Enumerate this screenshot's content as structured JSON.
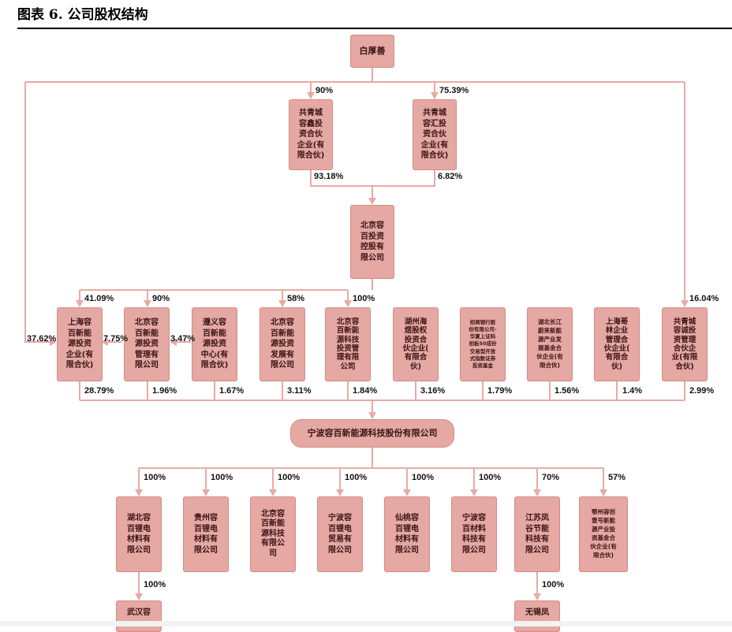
{
  "title": "图表 6. 公司股权结构",
  "nodes": {
    "bai_houshan": "白厚善",
    "gongqing_xin": "共青城\n容鑫投\n资合伙\n企业(有\n限合伙)",
    "gongqing_hui": "共青城\n容汇投\n资合伙\n企业(有\n限合伙)",
    "beijing_kongu": "北京容\n百投资\n控股有\n限公司",
    "shanghai_rongbai": "上海容\n百新能\n源投资\n企业(有\n限合伙)",
    "beijing_guanli": "北京容\n百新能\n源投资\n管理有\n限公司",
    "zunyi": "遵义容\n百新能\n源投资\n中心(有\n限合伙)",
    "beijing_fazhan": "北京容\n百新能\n源投资\n发展有\n限公司",
    "beijing_keji": "北京容\n百新能\n源科技\n投资管\n理有限\n公司",
    "huzhou": "湖州海\n煜股权\n投资合\n伙企业(\n有限合\n伙)",
    "zhaoshang": "招商银行股\n份有限公司-\n华夏上证科\n创板50成份\n交易型开放\n式指数证券\n投资基金",
    "hubei_changjiang": "湖北长江\n蔚来新能\n源产业发\n展基金合\n伙企业(有\n限合伙)",
    "shanghai_gelin": "上海哥\n林企业\n管理合\n伙企业(\n有限合\n伙)",
    "gongqing_cheng": "共青城\n容诚投\n资管理\n合伙企\n业(有限\n合伙)",
    "ningbo_main": "宁波容百新能源科技股份有限公司",
    "hubei_libo": "湖北容\n百锂电\n材料有\n限公司",
    "guizhou": "贵州容\n百锂电\n材料有\n限公司",
    "beijing_nengyuan": "北京容\n百新能\n源科技\n有限公\n司",
    "ningbo_maoyi": "宁波容\n百锂电\n贸易有\n限公司",
    "xiantao": "仙桃容\n百锂电\n材料有\n限公司",
    "ningbo_cailiao": "宁波容\n百材料\n科技有\n限公司",
    "jiangsu": "江苏凤\n谷节能\n科技有\n限公司",
    "ezhou": "鄂州容创\n壹号新能\n源产业投\n资基金合\n伙企业(有\n限合伙)",
    "wuhan": "武汉容",
    "wuxi": "无锡凤"
  },
  "percentages": {
    "p_90_top": "90%",
    "p_7539": "75.39%",
    "p_9318": "93.18%",
    "p_682": "6.82%",
    "p_4109": "41.09%",
    "p_90_mid": "90%",
    "p_58": "58%",
    "p_100_mid": "100%",
    "p_1604": "16.04%",
    "p_3762": "37.62%",
    "p_775": "7.75%",
    "p_347": "3.47%",
    "p_2879": "28.79%",
    "p_196": "1.96%",
    "p_167": "1.67%",
    "p_311": "3.11%",
    "p_184": "1.84%",
    "p_316": "3.16%",
    "p_179": "1.79%",
    "p_156": "1.56%",
    "p_14": "1.4%",
    "p_299": "2.99%",
    "s1": "100%",
    "s2": "100%",
    "s3": "100%",
    "s4": "100%",
    "s5": "100%",
    "s6": "100%",
    "s7": "70%",
    "s8": "57%",
    "s9": "100%",
    "s10": "100%"
  },
  "colors": {
    "box_fill": "#e5a8a3",
    "box_border": "#d48a86",
    "line": "#e8aaa6",
    "text": "#3a1414"
  }
}
